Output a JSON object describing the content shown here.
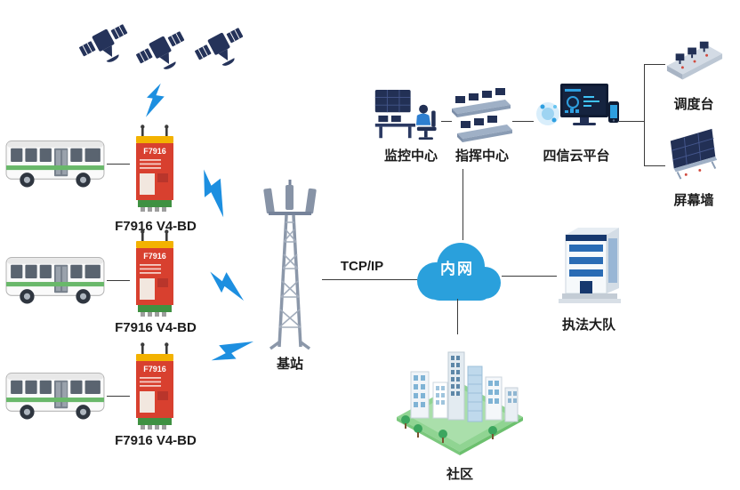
{
  "labels": {
    "modem": "F7916 V4-BD",
    "modem_device": "F7916",
    "base_station": "基站",
    "protocol": "TCP/IP",
    "intranet": "内网",
    "monitoring_center": "监控中心",
    "command_center": "指挥中心",
    "cloud_platform": "四信云平台",
    "dispatch_console": "调度台",
    "screen_wall": "屏幕墙",
    "law_enforcement": "执法大队",
    "community": "社区"
  },
  "colors": {
    "lightning_blue": "#1d8fe0",
    "cloud_blue": "#2aa0dc",
    "modem_red": "#d8402f",
    "modem_yellow": "#f3b200",
    "terminal_green": "#3f9142",
    "icon_navy": "#223055",
    "line_dark": "#3a3a3a",
    "community_green": "#90d492"
  }
}
